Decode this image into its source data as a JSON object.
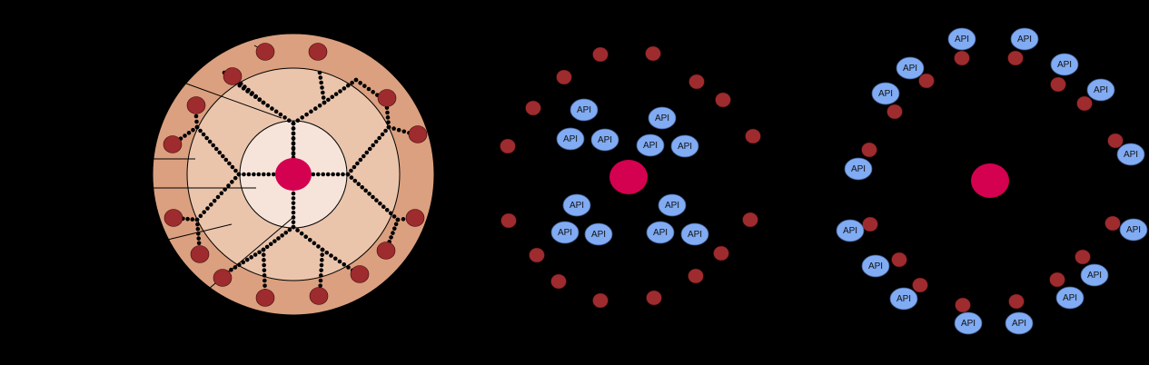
{
  "api_label": "API",
  "colors": {
    "background": "#000000",
    "outer_ring": "#DBA07F",
    "middle_zone": "#EAC5AC",
    "inner_zone": "#F4DCCB",
    "core_zone": "#F6E4DA",
    "end_group": "#9E2B2E",
    "core_bead": "#D40050",
    "api_particle": "#81ACF4",
    "chain": "#000000"
  },
  "panels": [
    {
      "name": "dendrimer-drug-loading",
      "shows": "dendrimer with branched chains, terminal groups and core"
    },
    {
      "name": "dendrimer-encapsulated-api",
      "shows": "API particles encapsulated within dendrimer"
    },
    {
      "name": "dendrimer-surface-api",
      "shows": "API particles attached at dendrimer surface groups"
    }
  ]
}
